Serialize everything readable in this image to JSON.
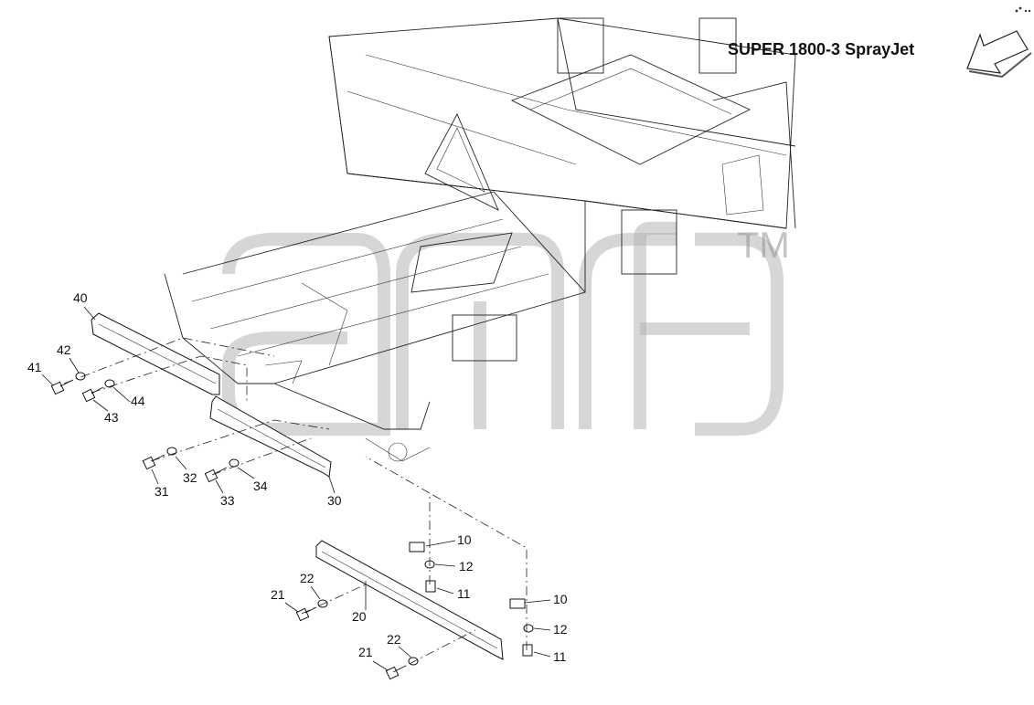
{
  "title": "SUPER 1800-3 SprayJet",
  "watermark": {
    "trademark": "TM"
  },
  "colors": {
    "line": "#222222",
    "watermark": "#b5b5b5",
    "background": "#ffffff"
  },
  "icons": {
    "direction_arrow": "arrow-down-left-icon",
    "corner_mark": "dots-mark-icon"
  },
  "callouts": [
    {
      "id": "c40a",
      "label": "40"
    },
    {
      "id": "c42",
      "label": "42"
    },
    {
      "id": "c41",
      "label": "41"
    },
    {
      "id": "c44",
      "label": "44"
    },
    {
      "id": "c43",
      "label": "43"
    },
    {
      "id": "c31",
      "label": "31"
    },
    {
      "id": "c32",
      "label": "32"
    },
    {
      "id": "c33",
      "label": "33"
    },
    {
      "id": "c34",
      "label": "34"
    },
    {
      "id": "c30",
      "label": "30"
    },
    {
      "id": "c10a",
      "label": "10"
    },
    {
      "id": "c12a",
      "label": "12"
    },
    {
      "id": "c11a",
      "label": "11"
    },
    {
      "id": "c22a",
      "label": "22"
    },
    {
      "id": "c21a",
      "label": "21"
    },
    {
      "id": "c20",
      "label": "20"
    },
    {
      "id": "c10b",
      "label": "10"
    },
    {
      "id": "c12b",
      "label": "12"
    },
    {
      "id": "c11b",
      "label": "11"
    },
    {
      "id": "c22b",
      "label": "22"
    },
    {
      "id": "c21b",
      "label": "21"
    }
  ]
}
